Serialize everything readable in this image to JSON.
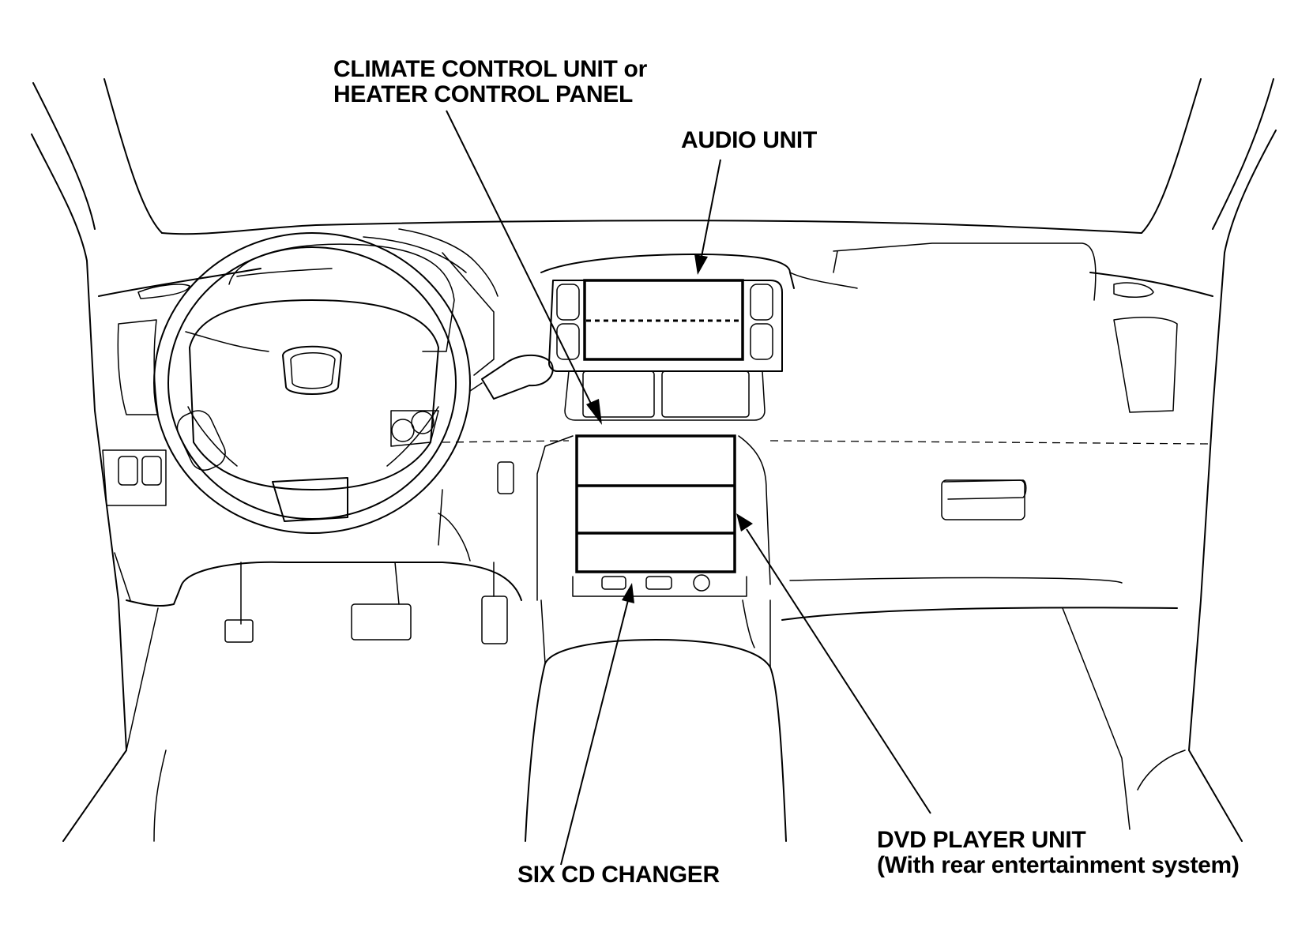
{
  "callouts": {
    "climate": {
      "line1": "CLIMATE CONTROL UNIT or",
      "line2": "HEATER CONTROL PANEL"
    },
    "audio": {
      "line1": "AUDIO UNIT"
    },
    "dvd": {
      "line1": "DVD PLAYER UNIT",
      "line2": "(With rear entertainment system)"
    },
    "cd_changer": {
      "line1": "SIX CD CHANGER"
    }
  },
  "colors": {
    "ink": "#000000",
    "paper": "#ffffff"
  }
}
